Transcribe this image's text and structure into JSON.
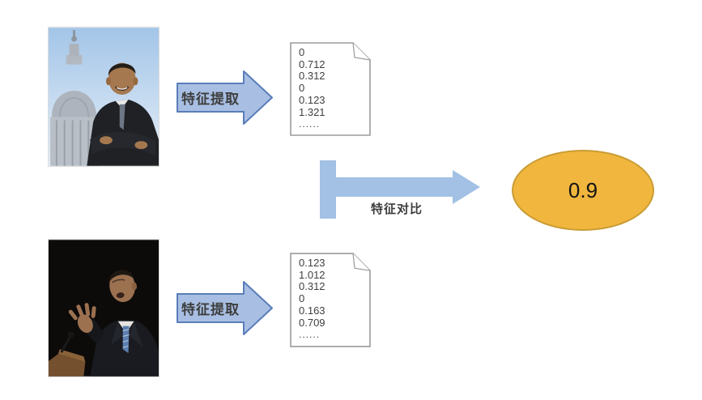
{
  "flows": {
    "top": {
      "arrow_label": "特征提取",
      "features": [
        "0",
        "0.712",
        "0.312",
        "0",
        "0.123",
        "1.321",
        "......"
      ]
    },
    "bottom": {
      "arrow_label": "特征提取",
      "features": [
        "0.123",
        "1.012",
        "0.312",
        "0",
        "0.163",
        "0.709",
        "......"
      ]
    }
  },
  "compare": {
    "arrow_label": "特征对比",
    "result": "0.9"
  },
  "icons": {
    "photo_top": "portrait-photo-capitol",
    "photo_bottom": "portrait-photo-speech",
    "arrow": "right-block-arrow",
    "document": "document-folded-corner",
    "connector": "t-connector-right-arrow"
  },
  "colors": {
    "block_arrow_fill": "#a8bfe3",
    "block_arrow_border": "#5a7dba",
    "connector_fill": "#a2c1e4",
    "document_border": "#9b9b9b",
    "ellipse_fill": "#f0b63e",
    "ellipse_border": "#c99c34",
    "label_text": "#3d3d3d"
  }
}
